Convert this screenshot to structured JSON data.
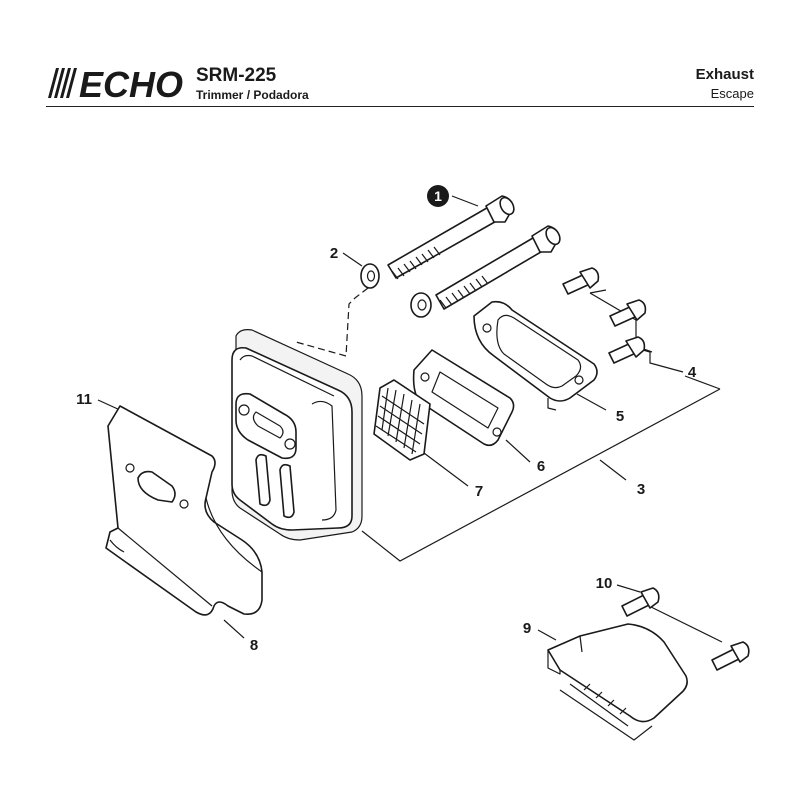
{
  "header": {
    "brand": "ECHO",
    "model": "SRM-225",
    "subtitle": "Trimmer / Podadora",
    "section": "Exhaust",
    "section_sub": "Escape"
  },
  "callouts": {
    "c1": "1",
    "c2": "2",
    "c3": "3",
    "c4": "4",
    "c5": "5",
    "c6": "6",
    "c7": "7",
    "c8": "8",
    "c9": "9",
    "c10": "10",
    "c11": "11"
  },
  "colors": {
    "ink": "#1a1a1a",
    "brand": "#1a1a1a"
  }
}
